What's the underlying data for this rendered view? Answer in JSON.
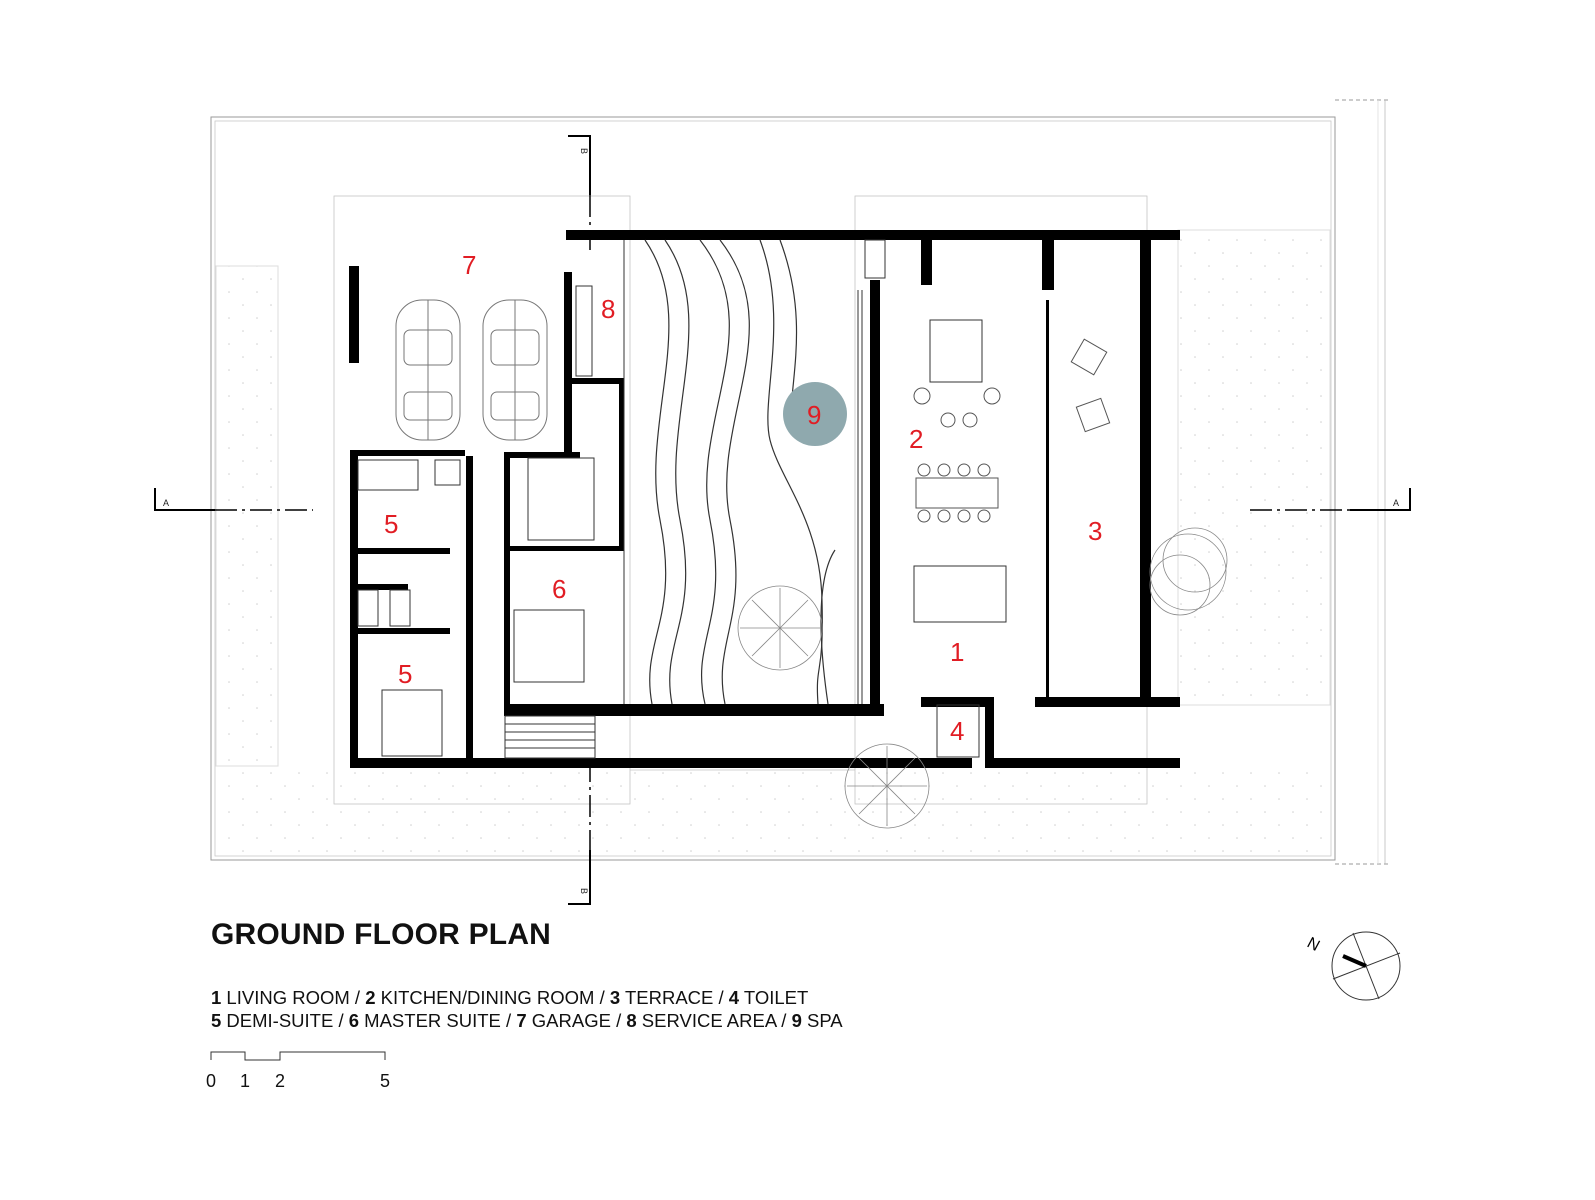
{
  "title": "GROUND FLOOR PLAN",
  "legend": {
    "line1": [
      {
        "num": "1",
        "label": " LIVING ROOM  / "
      },
      {
        "num": "2",
        "label": " KITCHEN/DINING ROOM / "
      },
      {
        "num": "3",
        "label": " TERRACE / "
      },
      {
        "num": "4",
        "label": " TOILET"
      }
    ],
    "line2": [
      {
        "num": "5",
        "label": " DEMI-SUITE / "
      },
      {
        "num": "6",
        "label": " MASTER SUITE / "
      },
      {
        "num": "7",
        "label": " GARAGE / "
      },
      {
        "num": "8",
        "label": " SERVICE AREA / "
      },
      {
        "num": "9",
        "label": " SPA"
      }
    ]
  },
  "rooms": {
    "r1": "1",
    "r2": "2",
    "r3": "3",
    "r4": "4",
    "r5a": "5",
    "r5b": "5",
    "r6": "6",
    "r7": "7",
    "r8": "8",
    "r9": "9"
  },
  "section_marks": {
    "a": "A",
    "b": "B"
  },
  "north_label": "N",
  "scale": {
    "s0": "0",
    "s1": "1",
    "s2": "2",
    "s5": "5"
  },
  "colors": {
    "room_number": "#e11d24",
    "spa_pool": "#8fa9ae",
    "wall": "#000000"
  }
}
